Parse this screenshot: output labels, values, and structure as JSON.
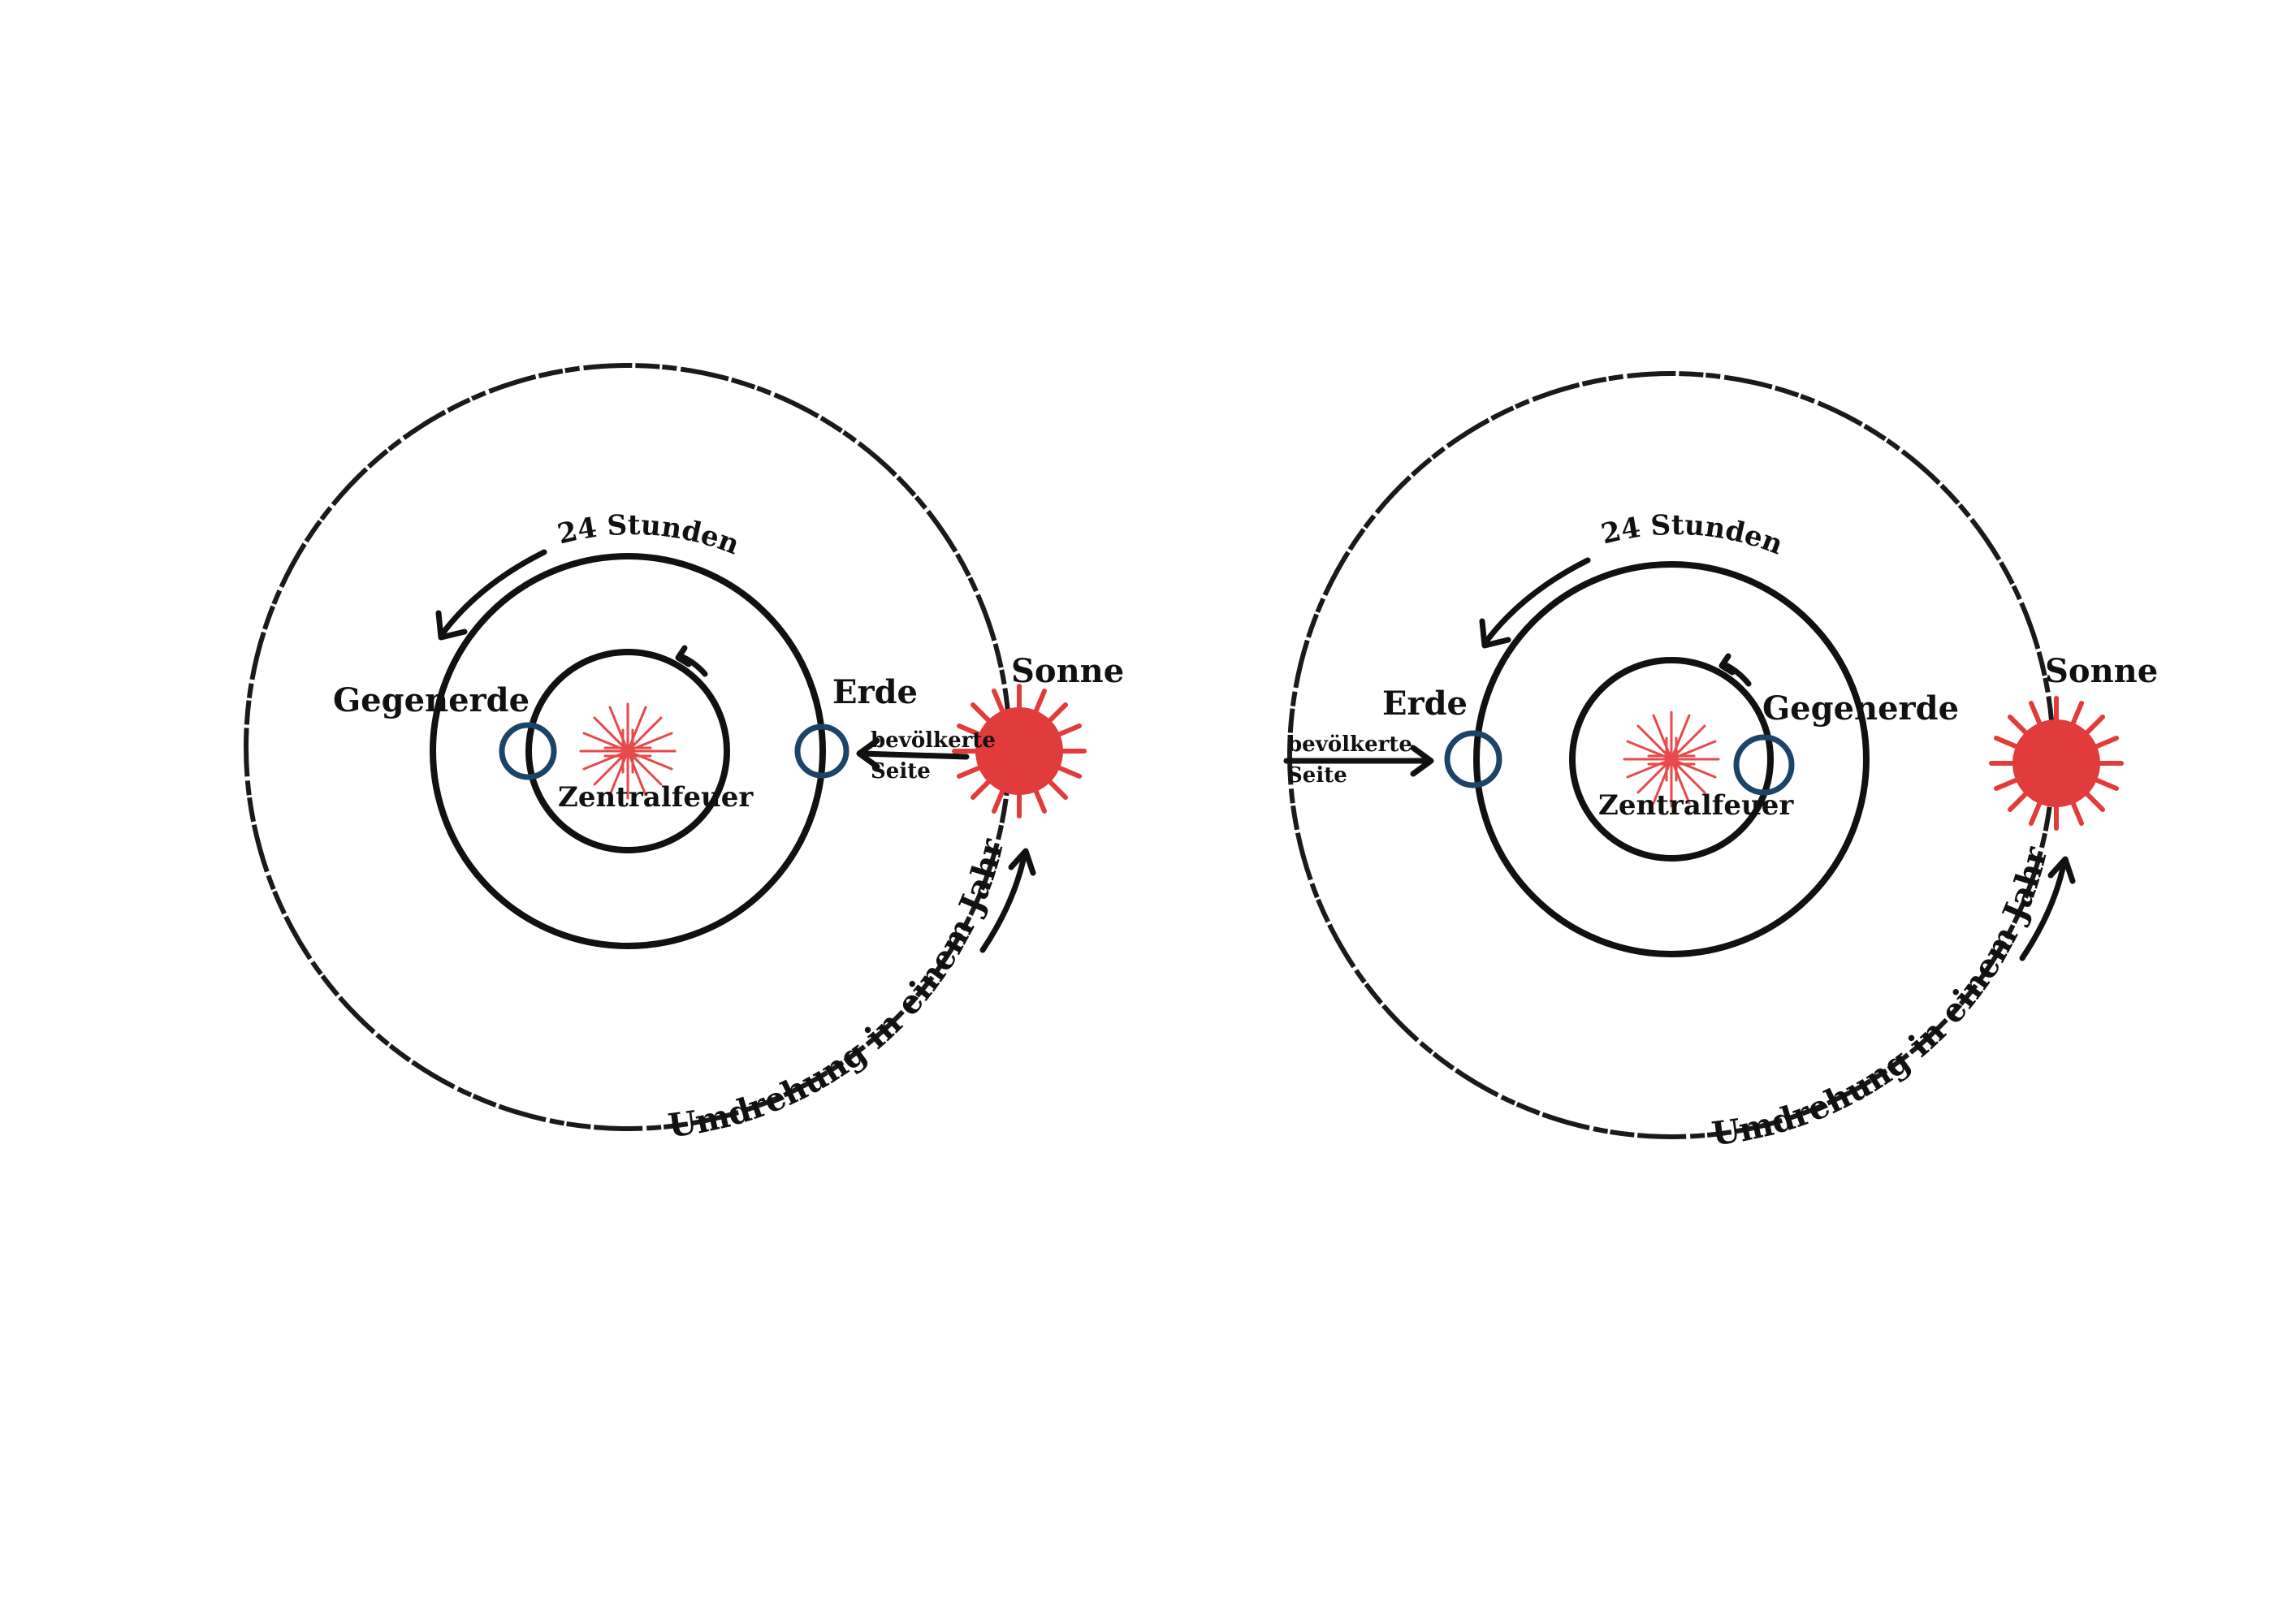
{
  "diagrams": [
    {
      "label_stunden": "24 Stunden",
      "label_gegenerde": "Gegenerde",
      "label_erde": "Erde",
      "label_sonne": "Sonne",
      "label_zentralfeuer": "Zentralfeuer",
      "label_bevoelkerte": "bevölkerte",
      "label_seite": "Seite",
      "label_umdrehung": "Umdrehung in einem Jahr"
    },
    {
      "label_stunden": "24 Stunden",
      "label_gegenerde": "Gegenerde",
      "label_erde": "Erde",
      "label_sonne": "Sonne",
      "label_zentralfeuer": "Zentralfeuer",
      "label_bevoelkerte": "bevölkerte",
      "label_seite": "Seite",
      "label_umdrehung": "Umdrehung in einem Jahr"
    }
  ],
  "colors": {
    "sun": "#e23b3b",
    "central_fire": "#e8494a",
    "planet": "#1c4468",
    "ink": "#111111"
  }
}
